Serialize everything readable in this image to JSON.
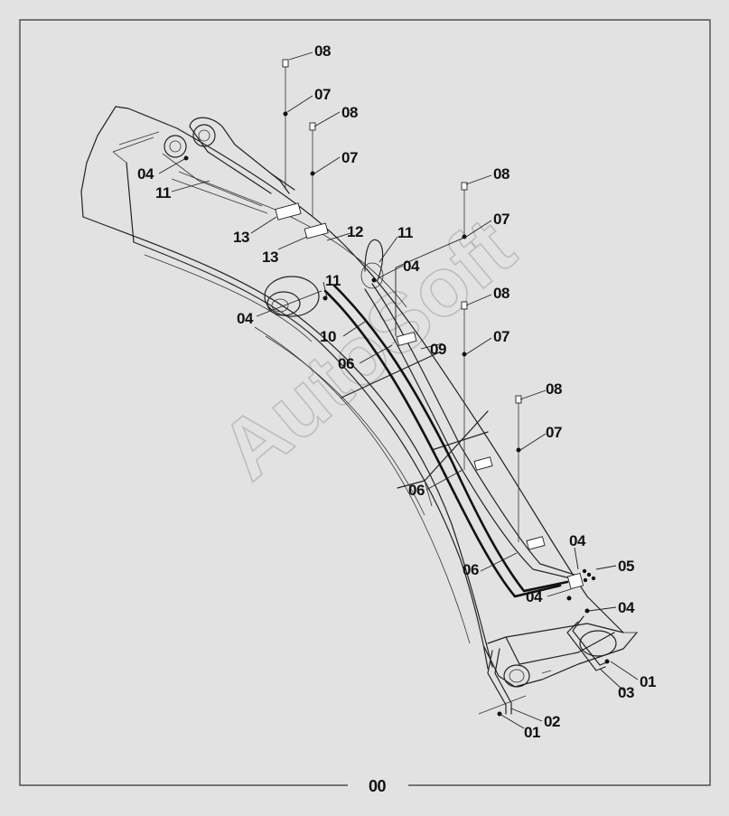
{
  "watermark": "AutoSoft",
  "page_number": "00",
  "callouts": [
    {
      "id": "c08a",
      "label": "08"
    },
    {
      "id": "c07a",
      "label": "07"
    },
    {
      "id": "c08b",
      "label": "08"
    },
    {
      "id": "c07b",
      "label": "07"
    },
    {
      "id": "c04a",
      "label": "04"
    },
    {
      "id": "c11a",
      "label": "11"
    },
    {
      "id": "c13a",
      "label": "13"
    },
    {
      "id": "c13b",
      "label": "13"
    },
    {
      "id": "c12",
      "label": "12"
    },
    {
      "id": "c11b",
      "label": "11"
    },
    {
      "id": "c04b",
      "label": "04"
    },
    {
      "id": "c08c",
      "label": "08"
    },
    {
      "id": "c07c",
      "label": "07"
    },
    {
      "id": "c11c",
      "label": "11"
    },
    {
      "id": "c04c",
      "label": "04"
    },
    {
      "id": "c10",
      "label": "10"
    },
    {
      "id": "c08d",
      "label": "08"
    },
    {
      "id": "c07d",
      "label": "07"
    },
    {
      "id": "c09",
      "label": "09"
    },
    {
      "id": "c06a",
      "label": "06"
    },
    {
      "id": "c08e",
      "label": "08"
    },
    {
      "id": "c07e",
      "label": "07"
    },
    {
      "id": "c06b",
      "label": "06"
    },
    {
      "id": "c04d",
      "label": "04"
    },
    {
      "id": "c05",
      "label": "05"
    },
    {
      "id": "c06c",
      "label": "06"
    },
    {
      "id": "c04e",
      "label": "04"
    },
    {
      "id": "c04f",
      "label": "04"
    },
    {
      "id": "c01a",
      "label": "01"
    },
    {
      "id": "c03",
      "label": "03"
    },
    {
      "id": "c02",
      "label": "02"
    },
    {
      "id": "c01b",
      "label": "01"
    }
  ]
}
